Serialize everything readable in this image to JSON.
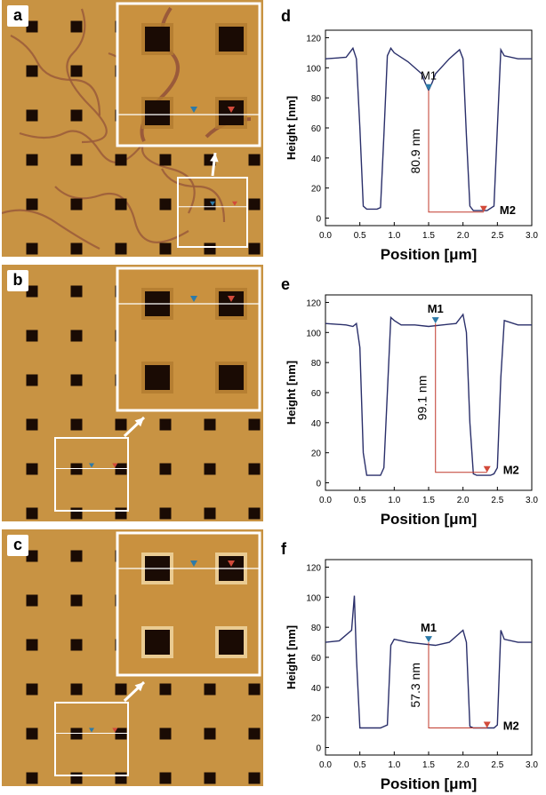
{
  "panels": [
    {
      "letter": "a",
      "inset_blue_marker": "left",
      "has_cracks": true
    },
    {
      "letter": "b",
      "has_cracks": false
    },
    {
      "letter": "c",
      "has_cracks": false
    }
  ],
  "chart_data": [
    {
      "panel": "d",
      "type": "line",
      "xlabel": "Position [μm]",
      "ylabel": "Height [nm]",
      "xlim": [
        0.0,
        3.0
      ],
      "ylim": [
        -5,
        125
      ],
      "xticks": [
        "0.0",
        "0.5",
        "1.0",
        "1.5",
        "2.0",
        "2.5",
        "3.0"
      ],
      "yticks": [
        "0",
        "20",
        "40",
        "60",
        "80",
        "100",
        "120"
      ],
      "x": [
        0.0,
        0.3,
        0.4,
        0.45,
        0.5,
        0.55,
        0.6,
        0.75,
        0.8,
        0.85,
        0.9,
        0.95,
        1.0,
        1.2,
        1.4,
        1.45,
        1.5,
        1.55,
        1.6,
        1.8,
        1.95,
        2.0,
        2.05,
        2.1,
        2.15,
        2.35,
        2.45,
        2.5,
        2.55,
        2.6,
        2.8,
        3.0
      ],
      "y": [
        106,
        107,
        113,
        106,
        60,
        8,
        6,
        6,
        7,
        55,
        108,
        113,
        110,
        104,
        96,
        90,
        85,
        90,
        96,
        106,
        112,
        106,
        55,
        8,
        5,
        5,
        8,
        60,
        112,
        108,
        106,
        106
      ],
      "markers": [
        {
          "name": "M1",
          "x": 1.5,
          "y": 85,
          "color": "#2d7aa8"
        },
        {
          "name": "M2",
          "x": 2.3,
          "y": 4,
          "color": "#d24a3a"
        }
      ],
      "annotation": "80.9 nm"
    },
    {
      "panel": "e",
      "type": "line",
      "xlabel": "Position [μm]",
      "ylabel": "Height [nm]",
      "xlim": [
        0.0,
        3.0
      ],
      "ylim": [
        -5,
        125
      ],
      "xticks": [
        "0.0",
        "0.5",
        "1.0",
        "1.5",
        "2.0",
        "2.5",
        "3.0"
      ],
      "yticks": [
        "0",
        "20",
        "40",
        "60",
        "80",
        "100",
        "120"
      ],
      "x": [
        0.0,
        0.3,
        0.4,
        0.45,
        0.5,
        0.55,
        0.6,
        0.8,
        0.85,
        0.9,
        0.95,
        1.0,
        1.1,
        1.3,
        1.5,
        1.7,
        1.9,
        2.0,
        2.05,
        2.1,
        2.15,
        2.2,
        2.4,
        2.45,
        2.5,
        2.55,
        2.6,
        2.8,
        3.0
      ],
      "y": [
        106,
        105,
        104,
        106,
        90,
        20,
        5,
        5,
        10,
        60,
        110,
        108,
        105,
        105,
        104,
        105,
        106,
        112,
        100,
        40,
        6,
        5,
        5,
        6,
        10,
        70,
        108,
        105,
        105
      ],
      "markers": [
        {
          "name": "M1",
          "x": 1.6,
          "y": 106,
          "color": "#2d7aa8"
        },
        {
          "name": "M2",
          "x": 2.35,
          "y": 7,
          "color": "#d24a3a"
        }
      ],
      "annotation": "99.1 nm"
    },
    {
      "panel": "f",
      "type": "line",
      "xlabel": "Position [μm]",
      "ylabel": "Height [nm]",
      "xlim": [
        0.0,
        3.0
      ],
      "ylim": [
        -5,
        125
      ],
      "xticks": [
        "0.0",
        "0.5",
        "1.0",
        "1.5",
        "2.0",
        "2.5",
        "3.0"
      ],
      "yticks": [
        "0",
        "20",
        "40",
        "60",
        "80",
        "100",
        "120"
      ],
      "x": [
        0.0,
        0.2,
        0.38,
        0.42,
        0.45,
        0.5,
        0.6,
        0.8,
        0.9,
        0.95,
        1.0,
        1.2,
        1.4,
        1.6,
        1.8,
        2.0,
        2.05,
        2.1,
        2.15,
        2.3,
        2.45,
        2.5,
        2.55,
        2.6,
        2.8,
        3.0
      ],
      "y": [
        70,
        71,
        78,
        101,
        60,
        13,
        13,
        13,
        15,
        68,
        72,
        70,
        69,
        68,
        70,
        78,
        70,
        14,
        13,
        13,
        13,
        15,
        78,
        72,
        70,
        70
      ],
      "markers": [
        {
          "name": "M1",
          "x": 1.5,
          "y": 70,
          "color": "#2d7aa8"
        },
        {
          "name": "M2",
          "x": 2.35,
          "y": 13,
          "color": "#d24a3a"
        }
      ],
      "annotation": "57.3 nm"
    }
  ]
}
